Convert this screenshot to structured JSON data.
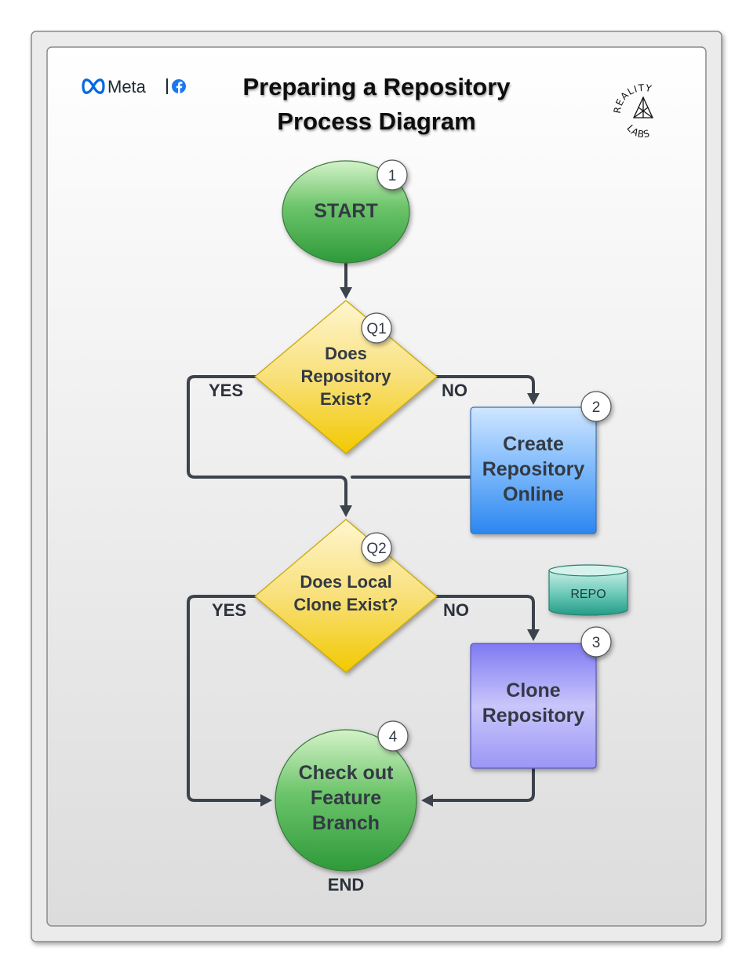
{
  "header": {
    "title_line1": "Preparing a Repository",
    "title_line2": "Process Diagram"
  },
  "logos": {
    "meta": "Meta",
    "reality_labs": "REALITY LABS",
    "reality_labs_arc_top": "REALITY",
    "reality_labs_arc_bottom": "LABS"
  },
  "nodes": {
    "start": {
      "label": "START",
      "badge": "1"
    },
    "q1": {
      "lines": [
        "Does",
        "Repository",
        "Exist?"
      ],
      "badge": "Q1",
      "yes": "YES",
      "no": "NO"
    },
    "create": {
      "lines": [
        "Create",
        "Repository",
        "Online"
      ],
      "badge": "2"
    },
    "q2": {
      "lines": [
        "Does Local",
        "Clone Exist?"
      ],
      "badge": "Q2",
      "yes": "YES",
      "no": "NO"
    },
    "repo": {
      "label": "REPO"
    },
    "clone": {
      "lines": [
        "Clone",
        "Repository"
      ],
      "badge": "3"
    },
    "checkout": {
      "lines": [
        "Check out",
        "Feature",
        "Branch"
      ],
      "badge": "4"
    },
    "end": {
      "label": "END"
    }
  },
  "colors": {
    "start_green": "#4caf50",
    "decision_yellow": "#f7d51e",
    "create_blue": "#3f97f5",
    "clone_purple": "#8c86f5",
    "repo_teal": "#2fa593",
    "connector": "#3d434c",
    "meta_blue": "#0668e1",
    "facebook_blue": "#1877f2"
  }
}
